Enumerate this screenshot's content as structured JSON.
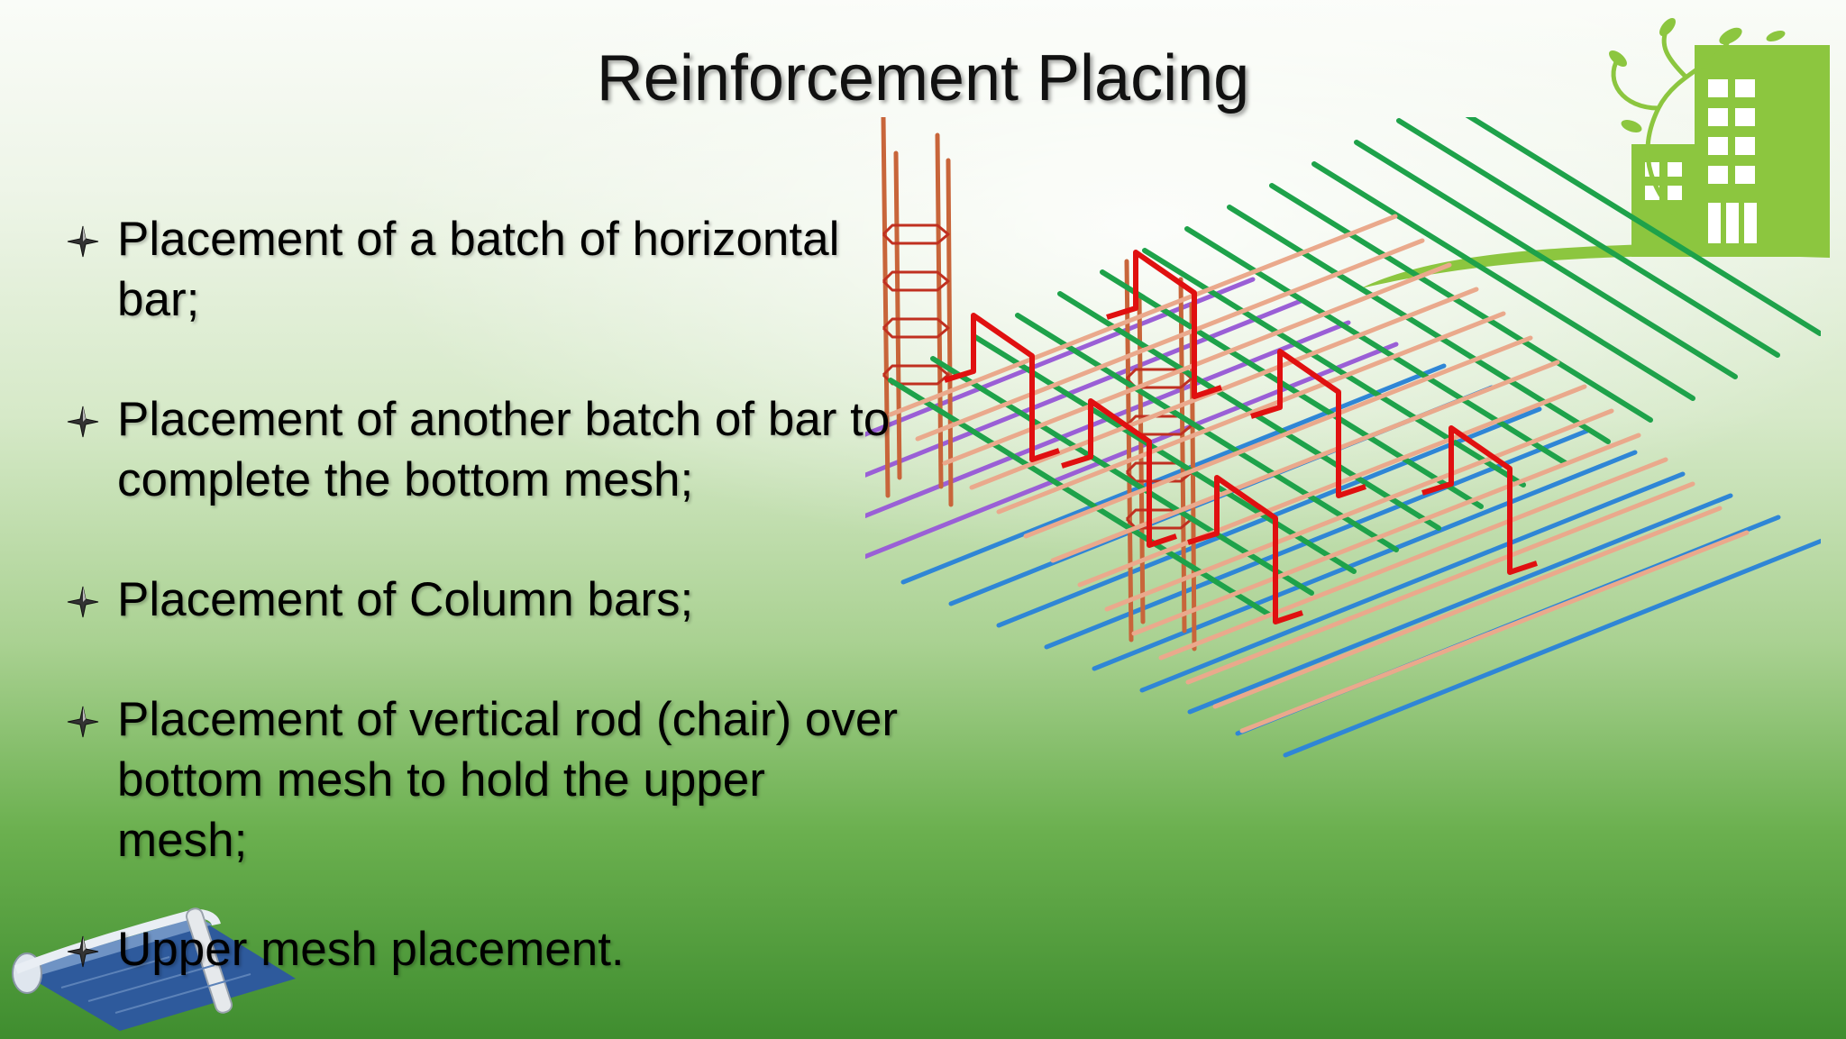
{
  "title": "Reinforcement Placing",
  "bullets": [
    "Placement of a batch of horizontal bar;",
    "Placement of another batch of bar to complete the bottom mesh;",
    "Placement of Column bars;",
    "Placement of vertical rod (chair) over bottom mesh to hold the upper mesh;",
    "Upper mesh placement."
  ],
  "colors": {
    "upper_mesh_a": "#1ea24a",
    "upper_mesh_b": "#eaa98c",
    "bottom_mesh_a": "#2f86d6",
    "bottom_mesh_b": "#9a5fd6",
    "column_bars": "#c8653a",
    "chairs": "#e01010",
    "logo": "#8cc63f"
  },
  "icons": [
    "bullet-diamond-icon",
    "building-logo-icon",
    "blueprint-scroll-icon"
  ]
}
